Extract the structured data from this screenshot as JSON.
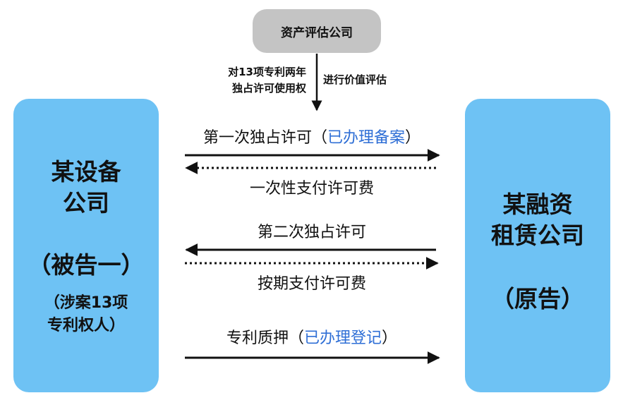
{
  "top_node": {
    "label": "资产评估公司"
  },
  "evaluation": {
    "left_note_line1": "对13项专利两年",
    "left_note_line2": "独占许可使用权",
    "right_note": "进行价值评估"
  },
  "left_party": {
    "name_line1": "某设备",
    "name_line2": "公司",
    "role": "（被告一）",
    "note_line1": "（涉案13项",
    "note_line2": "专利权人）"
  },
  "right_party": {
    "name_line1": "某融资",
    "name_line2": "租赁公司",
    "role": "（原告）"
  },
  "flows": {
    "first_license": {
      "label": "第一次独占许可（",
      "highlight": "已办理备案",
      "suffix": "）"
    },
    "one_time_fee": {
      "label": "一次性支付许可费"
    },
    "second_license": {
      "label": "第二次独占许可"
    },
    "periodic_fee": {
      "label": "按期支付许可费"
    },
    "pledge": {
      "label": "专利质押（",
      "highlight": "已办理登记",
      "suffix": "）"
    }
  },
  "colors": {
    "party_box": "#6ec2f4",
    "top_node": "#c4c4c4",
    "highlight_text": "#2f6fd6",
    "arrow": "#111111"
  }
}
